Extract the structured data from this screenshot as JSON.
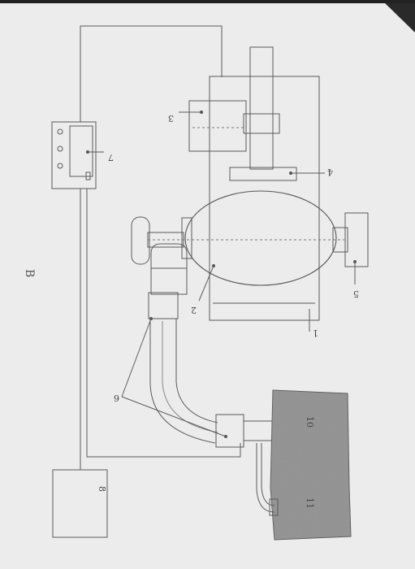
{
  "sheet_letter": "B",
  "labels": {
    "l1": "1",
    "l2": "2",
    "l3": "3",
    "l4": "4",
    "l5": "5",
    "l6": "6",
    "l7": "7",
    "l8": "8",
    "l10": "10",
    "l11": "11"
  },
  "colors": {
    "paper": "#ededed",
    "ink": "#5a5a5a",
    "tank": "#8c8c8c",
    "background": "#1c1c1c"
  }
}
